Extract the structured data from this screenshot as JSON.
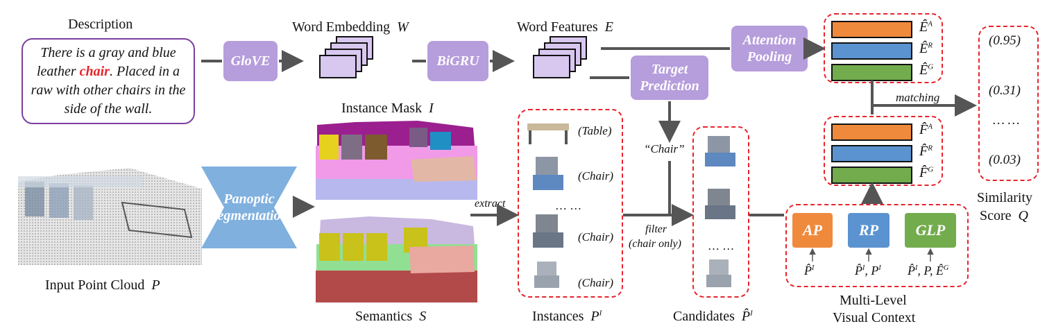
{
  "description": {
    "title": "Description",
    "text_before": "There is a gray and blue leather ",
    "highlight": "chair",
    "text_after": ". Placed in a raw with other chairs in the side of the wall."
  },
  "modules": {
    "glove": "GloVE",
    "bigru": "BiGRU",
    "attention_pooling": "Attention Pooling",
    "target_prediction": "Target Prediction",
    "panoptic_segmentation": "Panoptic Segmentation",
    "ap": "AP",
    "rp": "RP",
    "glp": "GLP"
  },
  "labels": {
    "word_embedding": "Word Embedding",
    "word_embedding_sym": "W",
    "word_features": "Word Features",
    "word_features_sym": "E",
    "instance_mask": "Instance Mask",
    "instance_mask_sym": "I",
    "semantics": "Semantics",
    "semantics_sym": "S",
    "input_point_cloud": "Input Point Cloud",
    "input_point_cloud_sym": "P",
    "instances": "Instances",
    "candidates": "Candidates",
    "multi_level_1": "Multi-Level",
    "multi_level_2": "Visual Context",
    "similarity_1": "Similarity",
    "similarity_2": "Score",
    "similarity_sym": "Q",
    "extract": "extract",
    "filter_1": "filter",
    "filter_2": "(chair only)",
    "chair_quote": "“Chair”",
    "matching": "matching"
  },
  "instance_labels": [
    "(Table)",
    "(Chair)",
    "… …",
    "(Chair)",
    "(Chair)"
  ],
  "candidate_dots": "… …",
  "features_text": {
    "e_a": "Ê",
    "e_r": "Ê",
    "e_g": "Ê",
    "f_a": "F̂",
    "f_r": "F̂",
    "f_g": "F̂",
    "sup_a": "A",
    "sup_r": "R",
    "sup_g": "G"
  },
  "inputs_text": {
    "ap_in": "P̂",
    "rp_in": "P̂, P",
    "glp_in": "P̂, P, Ê",
    "sup_i": "I",
    "sup_g": "G"
  },
  "scores": [
    "(0.95)",
    "(0.31)",
    "… …",
    "(0.03)"
  ],
  "colors": {
    "module_purple": "#b69ddb",
    "segmentation_blue": "#7fb0de",
    "attribute_orange": "#ef8a3c",
    "relation_blue": "#5b93d1",
    "global_green": "#72ac4d",
    "dashed_red": "#e8232b",
    "description_border": "#7b3fa0"
  }
}
